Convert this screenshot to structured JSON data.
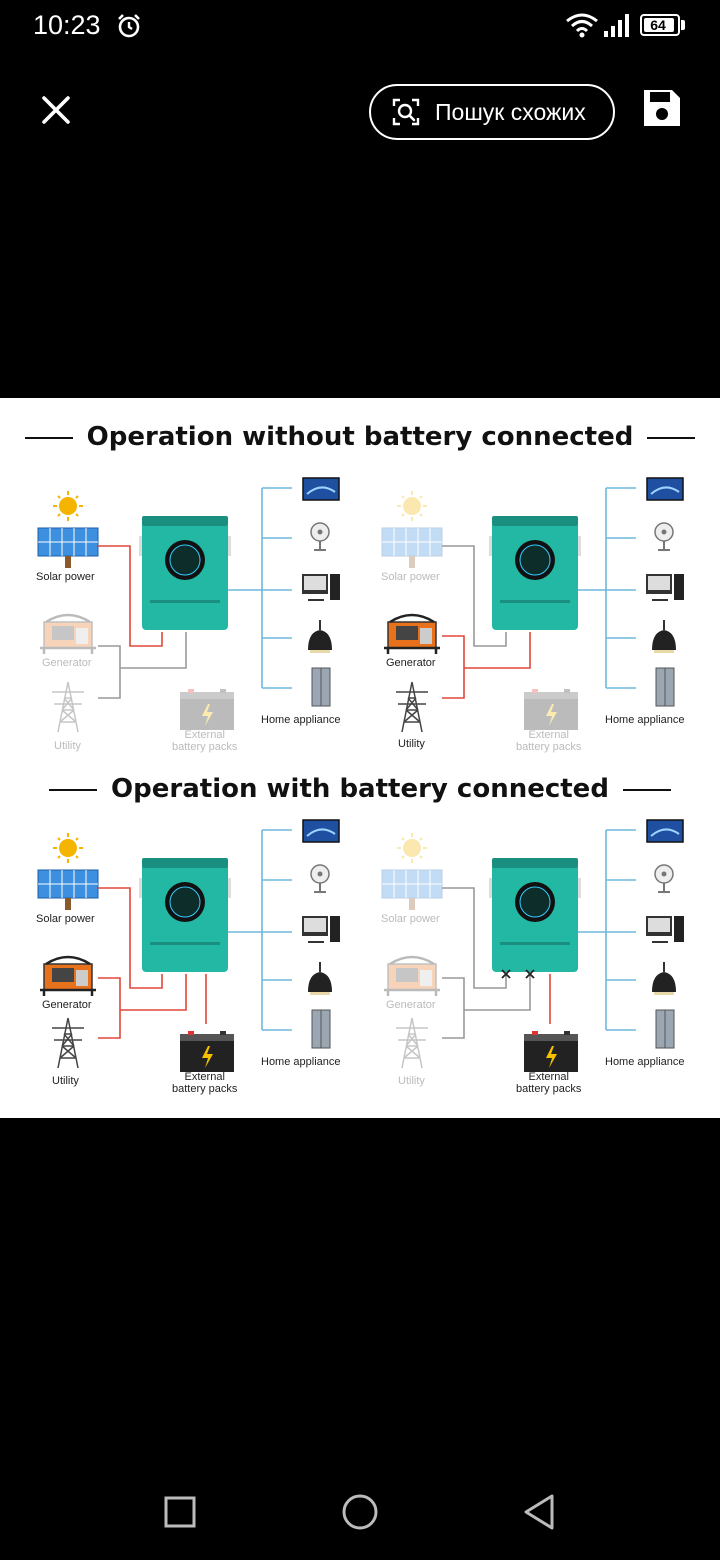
{
  "status_bar": {
    "time": "10:23",
    "battery_level": "64"
  },
  "toolbar": {
    "search_similar_label": "Пошук схожих"
  },
  "image": {
    "title_without": "Operation without battery connected",
    "title_with": "Operation with battery connected",
    "labels": {
      "solar": "Solar power",
      "generator": "Generator",
      "utility": "Utility",
      "battery_line1": "External",
      "battery_line2": "battery packs",
      "home": "Home appliance"
    }
  },
  "colors": {
    "inverter": "#22b8a4",
    "ac_line": "#e0463a",
    "load_line": "#6fb7dc"
  }
}
